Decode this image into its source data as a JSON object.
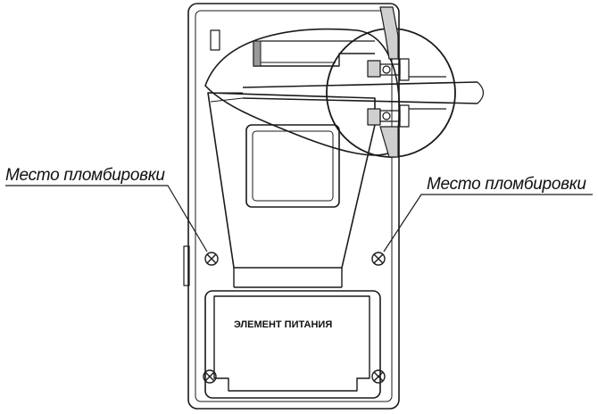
{
  "labels": {
    "seal_left": "Место пломбировки",
    "seal_right": "Место пломбировки",
    "battery_panel": "ЭЛЕМЕНТ ПИТАНИЯ"
  },
  "colors": {
    "line": "#1a1a1a",
    "background": "#ffffff"
  }
}
